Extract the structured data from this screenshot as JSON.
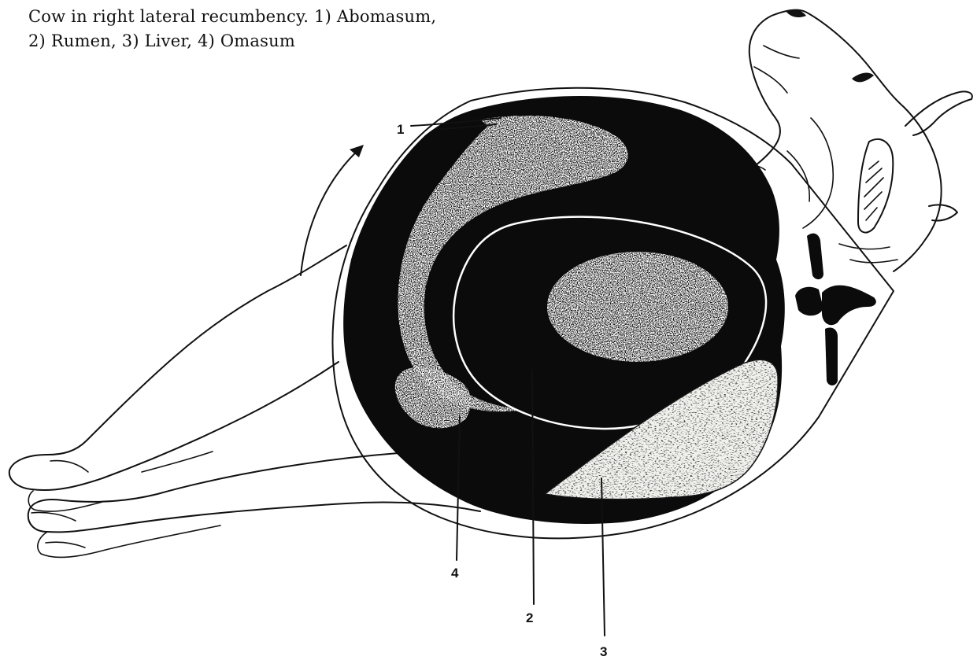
{
  "caption": {
    "line1": "Cow in right lateral recumbency.  1)  Abomasum,",
    "line2": "2)  Rumen,  3)  Liver,  4)  Omasum"
  },
  "labels": {
    "abomasum": "1",
    "rumen": "2",
    "liver": "3",
    "omasum": "4"
  },
  "colors": {
    "ink": "#111111",
    "paper": "#ffffff"
  }
}
